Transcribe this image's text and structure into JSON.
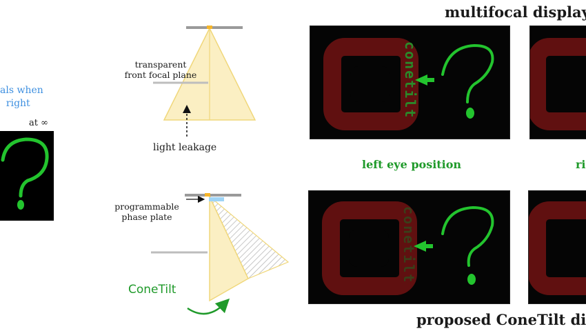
{
  "captions": {
    "left_caption": "als when\n  right",
    "infinity_label": "at ∞"
  },
  "headers": {
    "top": "multifocal display",
    "bottom": "proposed ConeTilt dis"
  },
  "diagram": {
    "transparent_label": "transparent\nfront focal plane",
    "leakage_label": "light leakage",
    "phase_plate_label": "programmable\nphase plate",
    "conetilt_label": "ConeTilt"
  },
  "panels": {
    "vertical_text": "conetilt",
    "left_eye_label": "left eye position",
    "right_eye_label": "ri"
  },
  "colors": {
    "accent_blue": "#3d8fe0",
    "accent_green": "#1f9a2a",
    "cone_fill": "#fbefc3",
    "cone_stroke": "#f0d77a",
    "plane_gray": "#9a9a9a",
    "display_red": "#7a1414",
    "display_green": "#23c42e"
  }
}
